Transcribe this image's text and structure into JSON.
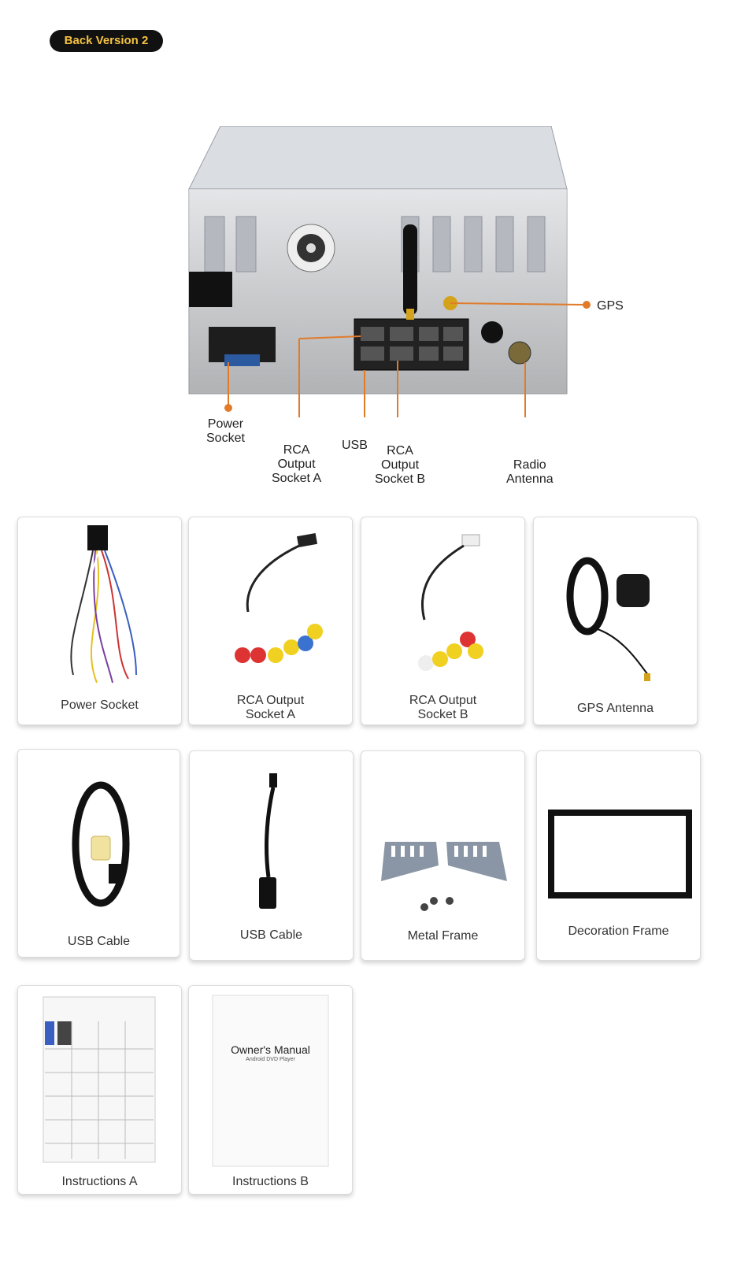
{
  "badge": "Back Version 2",
  "callouts": {
    "gps": "GPS",
    "power_socket": "Power\nSocket",
    "rca_a": "RCA\nOutput\nSocket A",
    "usb": "USB",
    "rca_b": "RCA\nOutput\nSocket B",
    "radio_antenna": "Radio\nAntenna"
  },
  "accessories": [
    {
      "label": "Power Socket"
    },
    {
      "label": "RCA Output\nSocket A"
    },
    {
      "label": "RCA Output\nSocket B"
    },
    {
      "label": "GPS Antenna"
    },
    {
      "label": "USB Cable"
    },
    {
      "label": "USB Cable"
    },
    {
      "label": "Metal Frame"
    },
    {
      "label": "Decoration Frame"
    },
    {
      "label": "Instructions A"
    },
    {
      "label": "Instructions B"
    }
  ],
  "manual": {
    "title": "Owner's Manual",
    "subtitle": "Android DVD Player"
  },
  "colors": {
    "accent": "#e07b2a",
    "badge_text": "#f5c242",
    "badge_bg": "#111111"
  }
}
